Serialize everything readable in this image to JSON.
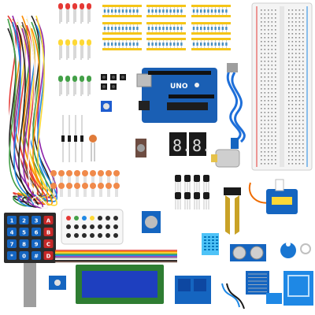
{
  "board": {
    "logo": "UNO"
  },
  "seven_segment": {
    "digits": [
      "8.",
      "8."
    ]
  },
  "keypad": {
    "keys": [
      "1",
      "2",
      "3",
      "A",
      "4",
      "5",
      "6",
      "B",
      "7",
      "8",
      "9",
      "C",
      "*",
      "0",
      "#",
      "D"
    ]
  },
  "remote": {
    "colors": [
      "#e53935",
      "#43a047",
      "#1e88e5",
      "#fdd835"
    ]
  },
  "palette": {
    "board_blue": "#1a5fb4",
    "led_red": "#e53935",
    "led_yellow": "#fdd835",
    "led_green": "#43a047",
    "resistor_strip": "#f5c518",
    "breadboard": "#f4f4f4",
    "cable_blue": "#1e6fd9",
    "servo_blue": "#1565c0",
    "lcd_screen": "#1e3fbf",
    "relay_blue": "#1565c0",
    "rfid_blue": "#1e88e5",
    "tag_blue": "#1976d2",
    "capacitor_orange": "#f08a4b"
  }
}
